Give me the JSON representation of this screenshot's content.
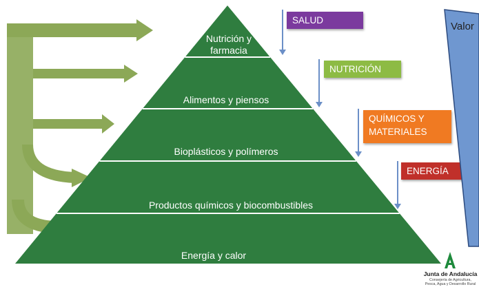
{
  "pyramid": {
    "tiers": [
      {
        "id": "tier-nutricion",
        "label_lines": [
          "Nutrición y",
          "farmacia"
        ],
        "color": "#2f7d3f"
      },
      {
        "id": "tier-alimentos",
        "label_lines": [
          "Alimentos y  piensos"
        ],
        "color": "#2f7d3f"
      },
      {
        "id": "tier-bioplasticos",
        "label_lines": [
          "Bioplásticos y polímeros"
        ],
        "color": "#2f7d3f"
      },
      {
        "id": "tier-quimicos",
        "label_lines": [
          "Productos químicos y biocombustibles"
        ],
        "color": "#2f7d3f"
      },
      {
        "id": "tier-energia",
        "label_lines": [
          "Energía y calor"
        ],
        "color": "#2f7d3f"
      }
    ]
  },
  "categories": [
    {
      "id": "salud",
      "lines": [
        "SALUD"
      ],
      "color": "#7b3a9e"
    },
    {
      "id": "nutricion",
      "lines": [
        "NUTRICIÓN"
      ],
      "color": "#8dbb44"
    },
    {
      "id": "quimicos",
      "lines": [
        "QUÍMICOS Y",
        "MATERIALES"
      ],
      "color": "#f07a22"
    },
    {
      "id": "energia",
      "lines": [
        "ENERGÍA"
      ],
      "color": "#c0302a"
    }
  ],
  "value_scale": {
    "label": "Valor",
    "fill_color": "#6f97d0",
    "outline_color": "#2c4a7e"
  },
  "flow_arrows": {
    "color": "#8ca857"
  },
  "logo": {
    "name": "Junta de Andalucía",
    "subtitle_lines": [
      "Consejería de Agricultura,",
      "Pesca, Agua y Desarrollo Rural"
    ],
    "color": "#1e8a3c"
  }
}
